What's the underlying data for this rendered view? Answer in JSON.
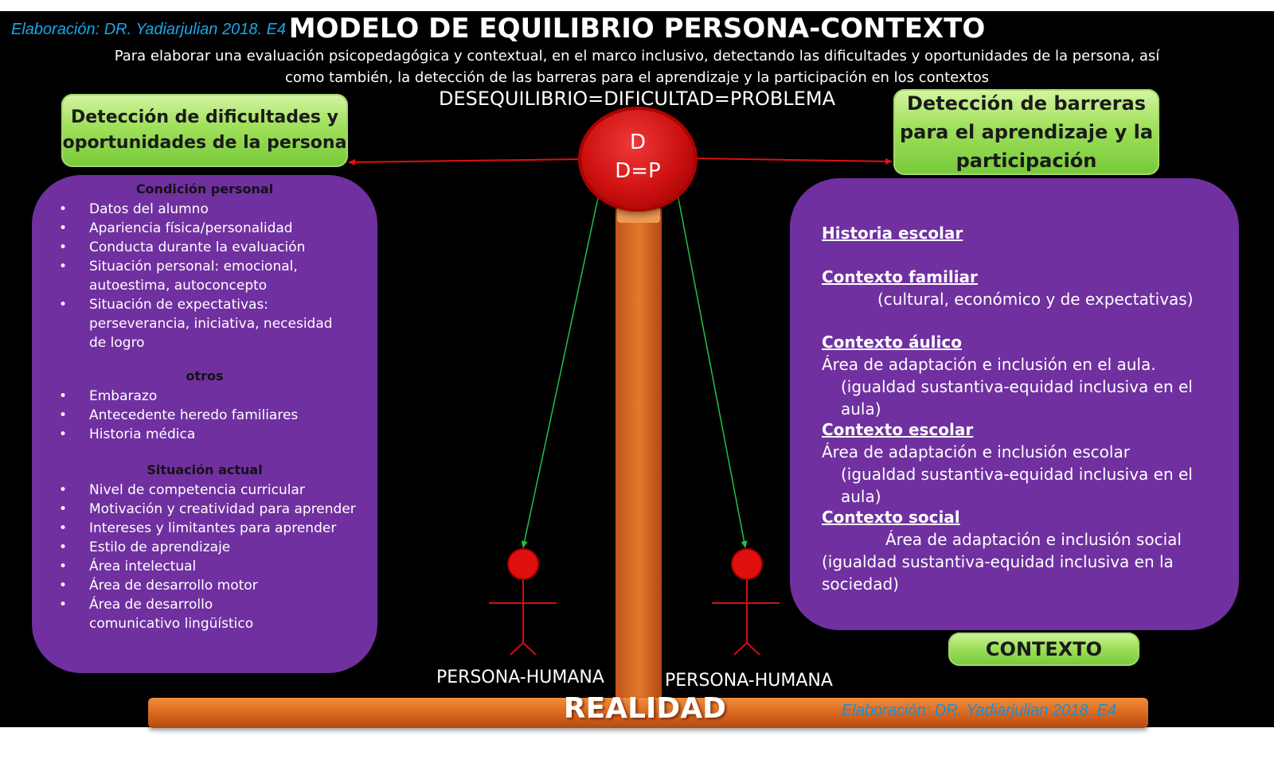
{
  "header": {
    "credit": "Elaboración: DR. Yadiarjulian 2018. E4",
    "title": "MODELO DE EQUILIBRIO PERSONA-CONTEXTO",
    "subtitle_line1": "Para elaborar una evaluación psicopedagógica y contextual, en el marco inclusivo, detectando las dificultades y oportunidades de la persona, así",
    "subtitle_line2": "como también, la detección de las barreras para el aprendizaje y la participación en los contextos",
    "equation": "DESEQUILIBRIO=DIFICULTAD=PROBLEMA"
  },
  "hub": {
    "top": "D",
    "bottom": "D=P"
  },
  "left_panel": {
    "heading_line1": "Detección de dificultades y",
    "heading_line2": "oportunidades de la persona",
    "sections": [
      {
        "title": "Condición personal",
        "items": [
          "Datos del alumno",
          "Apariencia física/personalidad",
          "Conducta durante la evaluación",
          "Situación personal: emocional, autoestima, autoconcepto",
          "Situación de expectativas: perseverancia, iniciativa, necesidad de logro"
        ]
      },
      {
        "title": "otros",
        "items": [
          "Embarazo",
          "Antecedente heredo familiares",
          "Historia médica"
        ]
      },
      {
        "title": "Situación actual",
        "items": [
          "Nivel de competencia curricular",
          "Motivación y creatividad para aprender",
          "Intereses y limitantes para aprender",
          "Estilo de aprendizaje",
          "Área intelectual",
          "Área de desarrollo motor",
          "Área de desarrollo comunicativo lingüístico"
        ]
      }
    ]
  },
  "right_panel": {
    "heading_line1": "Detección de barreras",
    "heading_line2": "para el aprendizaje y la",
    "heading_line3": "participación",
    "contexts": [
      {
        "title": "Historia escolar"
      },
      {
        "title": "Contexto familiar",
        "line1": "(cultural, económico y de expectativas)"
      },
      {
        "title": "Contexto áulico",
        "line1": "Área de adaptación e inclusión en el aula.",
        "line2": "(igualdad sustantiva-equidad inclusiva en el aula)"
      },
      {
        "title": "Contexto escolar",
        "line1": "Área de adaptación e inclusión escolar",
        "line2": "(igualdad sustantiva-equidad inclusiva en el aula)"
      },
      {
        "title": "Contexto social",
        "line1": "Área de adaptación e inclusión social",
        "line2": "(igualdad sustantiva-equidad inclusiva en la sociedad)"
      }
    ],
    "footer_label": "CONTEXTO"
  },
  "figures": {
    "left_label": "PERSONA-HUMANA",
    "right_label": "PERSONA-HUMANA"
  },
  "base": {
    "label": "REALIDAD",
    "credit": "Elaboración: DR. Yadiarjulian 2018. E4"
  },
  "colors": {
    "background": "#000000",
    "purple_panel": "#7030a0",
    "green_box": "#9fe05a",
    "pole": "#d8661f",
    "hub": "#cc1010",
    "arrow_red": "#e01010",
    "arrow_green": "#22c24a",
    "credit_blue": "#1aa7e8"
  }
}
